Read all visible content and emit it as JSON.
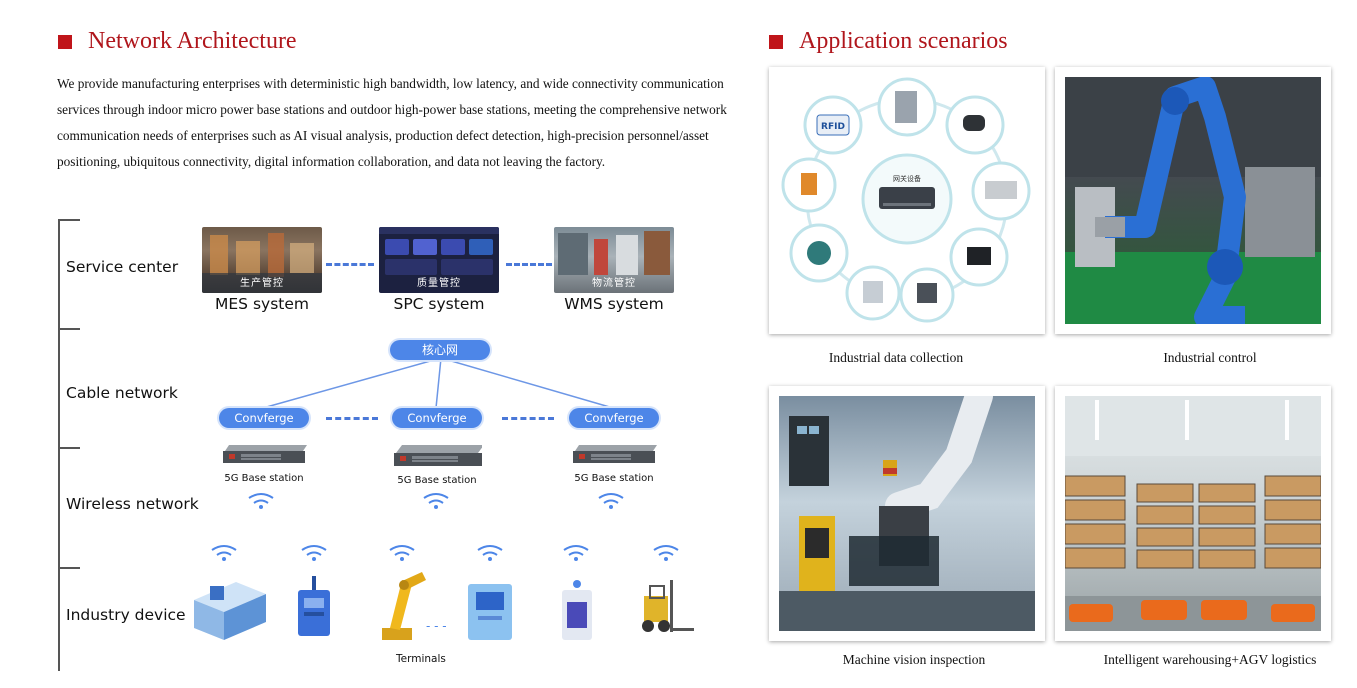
{
  "network": {
    "title": "Network Architecture",
    "intro": "We provide manufacturing enterprises with deterministic high bandwidth, low latency, and wide connectivity communication services through indoor micro power base stations and outdoor  high-power base stations, meeting the comprehensive network communication needs of enterprises such as AI visual analysis, production defect detection, high-precision personnel/asset positioning, ubiquitous connectivity, digital information collaboration, and data not leaving the factory.",
    "layers": [
      "Service center",
      "Cable network",
      "Wireless network",
      "Industry device"
    ],
    "systems": [
      {
        "label": "MES system",
        "badge": "生产管控"
      },
      {
        "label": "SPC system",
        "badge": "质量管控"
      },
      {
        "label": "WMS system",
        "badge": "物流管控"
      }
    ],
    "core": "核心网",
    "subnets": [
      "Convferge subnet",
      "Convferge subnet",
      "Convferge subnet"
    ],
    "base_stations": [
      "5G Base station",
      "5G Base station",
      "5G Base station"
    ],
    "terminals": "Terminals",
    "colors": {
      "accent": "#b0161c",
      "network_blue": "#4d86e8"
    }
  },
  "applications": {
    "title": "Application scenarios",
    "items": [
      {
        "caption": "Industrial data collection",
        "hub": "网关设备",
        "rfid": "RFID"
      },
      {
        "caption": "Industrial control"
      },
      {
        "caption": "Machine vision inspection"
      },
      {
        "caption": "Intelligent warehousing+AGV logistics"
      }
    ]
  }
}
